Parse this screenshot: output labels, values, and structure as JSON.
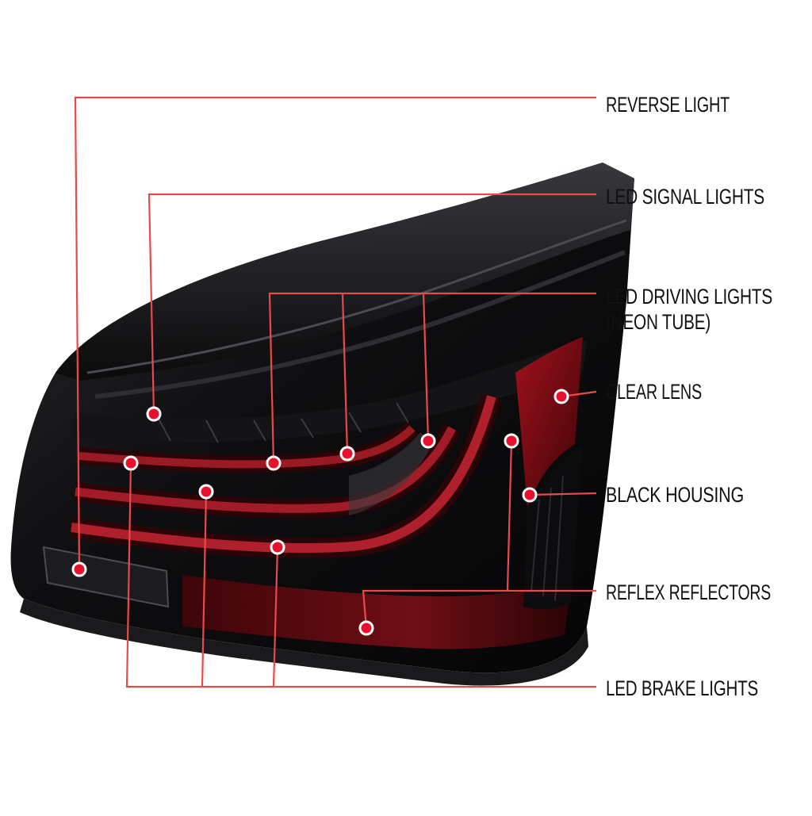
{
  "colors": {
    "leader_line": "#e84a4a",
    "marker_fill": "#e8112d",
    "marker_ring": "#ffffff",
    "label_text": "#111111",
    "housing_dark": "#0b0b0d",
    "lens_red": "#7a0f16"
  },
  "labels": {
    "reverse": "REVERSE LIGHT",
    "signal": "LED SIGNAL LIGHTS",
    "driving_line1": "LED DRIVING LIGHTS",
    "driving_line2": "(NEON TUBE)",
    "clear_lens": "CLEAR LENS",
    "black_housing": "BLACK HOUSING",
    "reflex": "REFLEX REFLECTORS",
    "brake": "LED BRAKE LIGHTS"
  },
  "product_image": {
    "subject": "smoked LED tail light with black housing"
  }
}
